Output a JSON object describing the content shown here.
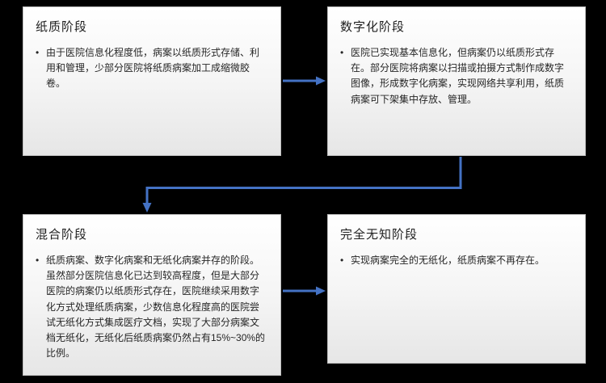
{
  "diagram": {
    "background_color": "#000000",
    "arrow_color": "#4472c4",
    "box_border_color": "#bdbdbd",
    "boxes": [
      {
        "id": "paper-stage",
        "title": "纸质阶段",
        "bullets": [
          "由于医院信息化程度低，病案以纸质形式存储、利用和管理，少部分医院将纸质病案加工成缩微胶卷。"
        ]
      },
      {
        "id": "digital-stage",
        "title": "数字化阶段",
        "bullets": [
          "医院已实现基本信息化，但病案仍以纸质形式存在。部分医院将病案以扫描或拍摄方式制作成数字图像，形成数字化病案，实现网络共享利用，纸质病案可下架集中存放、管理。"
        ]
      },
      {
        "id": "mixed-stage",
        "title": "混合阶段",
        "bullets": [
          "纸质病案、数字化病案和无纸化病案并存的阶段。虽然部分医院信息化已达到较高程度，但是大部分医院的病案仍以纸质形式存在，医院继续采用数字化方式处理纸质病案，少数信息化程度高的医院尝试无纸化方式集成医疗文档，实现了大部分病案文档无纸化，无纸化后纸质病案仍然占有15%~30%的比例。"
        ]
      },
      {
        "id": "paperless-stage",
        "title": "完全无知阶段",
        "bullets": [
          "实现病案完全的无纸化，纸质病案不再存在。"
        ]
      }
    ]
  }
}
